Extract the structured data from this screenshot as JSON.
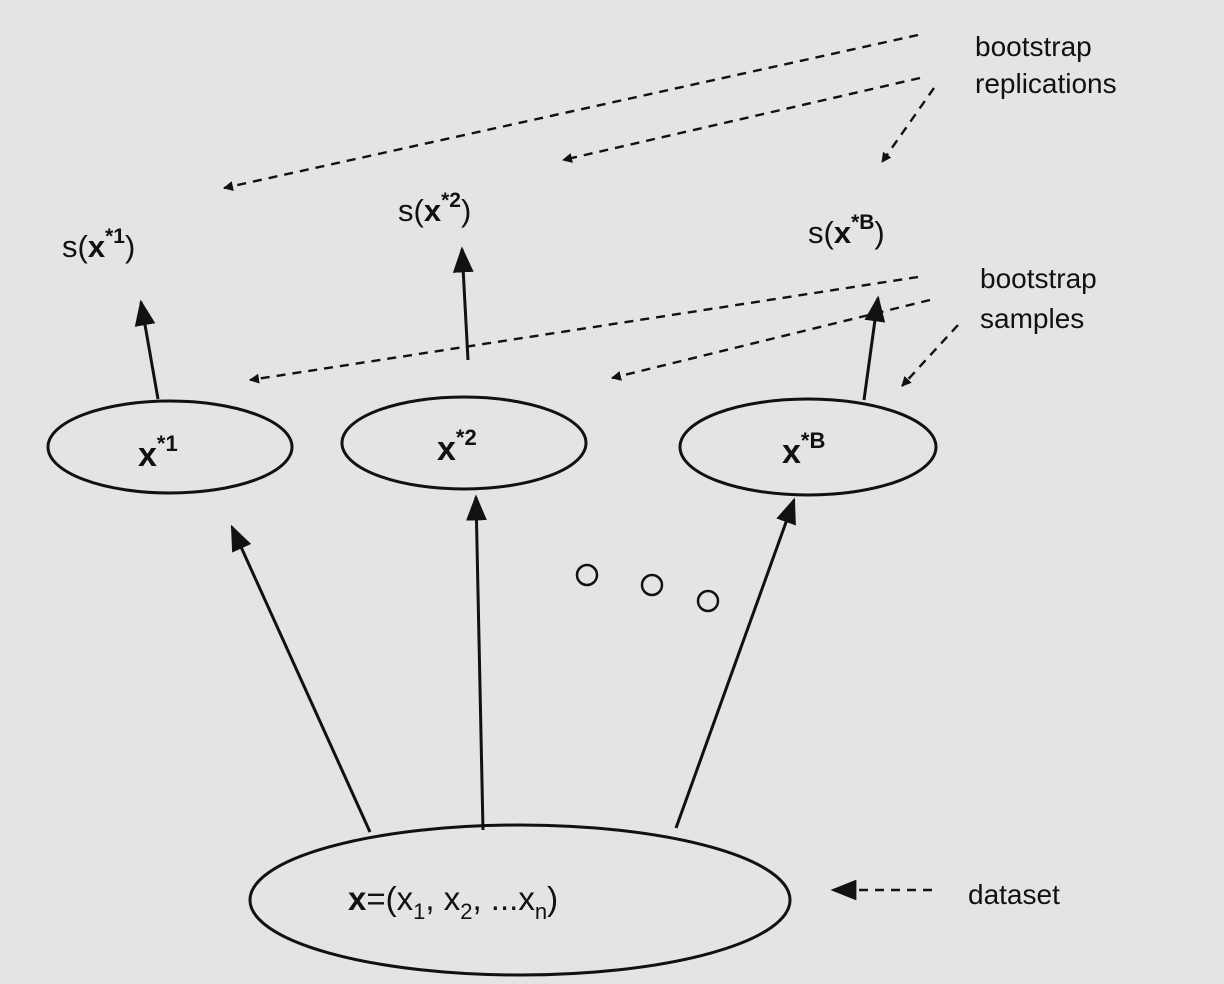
{
  "colors": {
    "background": "#e6e4e2",
    "ink": "#111111"
  },
  "annotations": {
    "bootstrap_replications": [
      "bootstrap",
      "replications"
    ],
    "bootstrap_samples": [
      "bootstrap",
      "samples"
    ],
    "dataset": "dataset"
  },
  "replications": [
    {
      "fn": "s(",
      "var": "x",
      "sup": "*1",
      "close": ")"
    },
    {
      "fn": "s(",
      "var": "x",
      "sup": "*2",
      "close": ")"
    },
    {
      "fn": "s(",
      "var": "x",
      "sup": "*B",
      "close": ")"
    }
  ],
  "samples": [
    {
      "var": "x",
      "sup": "*1"
    },
    {
      "var": "x",
      "sup": "*2"
    },
    {
      "var": "x",
      "sup": "*B"
    }
  ],
  "dataset": {
    "var": "x",
    "equals": "=(",
    "elements": [
      {
        "name": "x",
        "sub": "1",
        "sep": ", "
      },
      {
        "name": "x",
        "sub": "2",
        "sep": ", ..."
      },
      {
        "name": "x",
        "sub": "n",
        "sep": ")"
      }
    ]
  },
  "ellipsis_icon": "three-circles-ellipsis"
}
